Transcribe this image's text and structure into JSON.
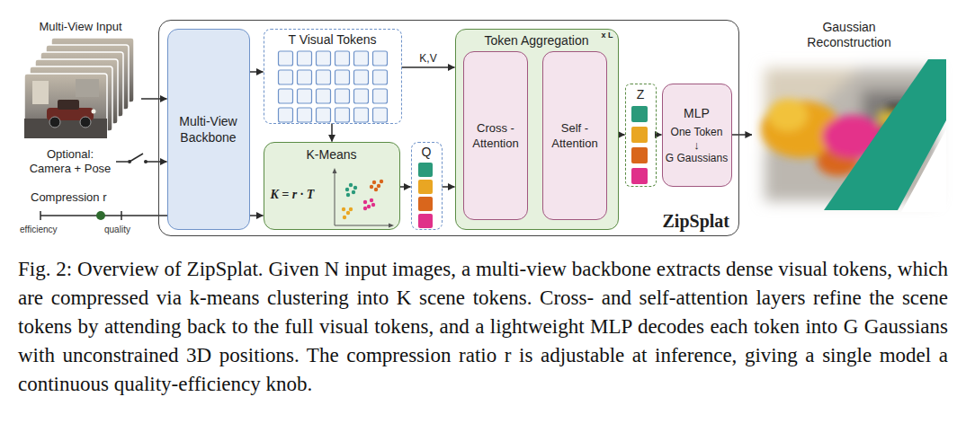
{
  "diagram": {
    "caption": "Fig. 2: Overview of ZipSplat. Given N input images, a multi-view backbone extracts dense visual tokens, which are compressed via k-means clustering into K scene tokens. Cross- and self-attention layers refine the scene tokens by attending back to the full visual tokens, and a lightweight MLP decodes each token into G Gaussians with unconstrained 3D positions. The compression ratio r is adjustable at inference, giving a single model a continuous quality-efficiency knob.",
    "nodes": [
      {
        "text": [
          "Multi-View Input"
        ]
      },
      {
        "text": [
          "Optional: Camera + Pose"
        ]
      },
      {
        "text": [
          "Compression r"
        ]
      },
      {
        "text": [
          "ZipSplat"
        ]
      },
      {
        "text": [
          "Multi-View Backbone"
        ],
        "in": 3
      },
      {
        "text": [
          "T Visual Tokens"
        ],
        "in": 3
      },
      {
        "text": [
          "K-Means",
          "K = r · T"
        ],
        "in": 3
      },
      {
        "text": [
          "Q"
        ],
        "in": 3
      },
      {
        "text": [
          "Token Aggregation",
          "x L"
        ],
        "in": 3
      },
      {
        "text": [
          "Cross - Attention"
        ],
        "in": 8
      },
      {
        "text": [
          "Self - Attention"
        ],
        "in": 8
      },
      {
        "text": [
          "Z"
        ],
        "in": 3
      },
      {
        "text": [
          "MLP",
          "One Token",
          "↓",
          "G Gaussians"
        ],
        "in": 3
      },
      {
        "text": [
          "Gaussian Reconstruction"
        ]
      }
    ],
    "edges": [
      {
        "from": 0,
        "to": 4,
        "arrow": "to"
      },
      {
        "from": 1,
        "to": 4,
        "arrow": "to"
      },
      {
        "from": 2,
        "to": 6,
        "arrow": "to"
      },
      {
        "from": 4,
        "to": 5,
        "arrow": "to"
      },
      {
        "from": 5,
        "to": 6,
        "arrow": "to"
      },
      {
        "from": 5,
        "to": 8,
        "label": "K,V",
        "arrow": "to"
      },
      {
        "from": 6,
        "to": 7,
        "arrow": "to"
      },
      {
        "from": 7,
        "to": 8,
        "arrow": "to"
      },
      {
        "from": 8,
        "to": 11,
        "arrow": "to"
      },
      {
        "from": 11,
        "to": 12,
        "arrow": "to"
      },
      {
        "from": 12,
        "to": 13,
        "arrow": "to"
      }
    ],
    "labels": [
      "efficiency",
      "quality"
    ]
  }
}
